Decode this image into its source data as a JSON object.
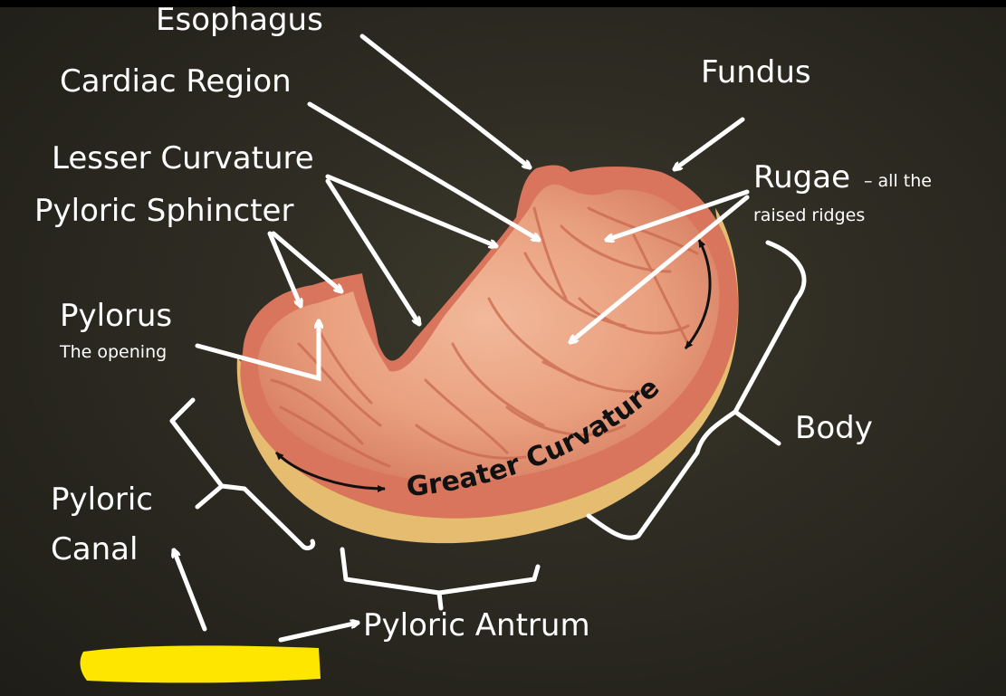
{
  "labels": {
    "esophagus": "Esophagus",
    "cardiac_region": "Cardiac Region",
    "lesser_curvature": "Lesser Curvature",
    "pyloric_sphincter": "Pyloric Sphincter",
    "pylorus": "Pylorus",
    "pylorus_note": "The opening",
    "fundus": "Fundus",
    "rugae": "Rugae",
    "rugae_note_1": "– all the",
    "rugae_note_2": "raised ridges",
    "body": "Body",
    "pyloric_canal_1": "Pyloric",
    "pyloric_canal_2": "Canal",
    "pyloric_antrum": "Pyloric Antrum",
    "greater_curvature": "Greater Curvature"
  },
  "colors": {
    "background": "#2d2b22",
    "annotation": "#ffffff",
    "stomach_outer": "#d9765d",
    "stomach_inner": "#e9a688",
    "stomach_base": "#e8c277",
    "highlight": "#ffe600"
  }
}
